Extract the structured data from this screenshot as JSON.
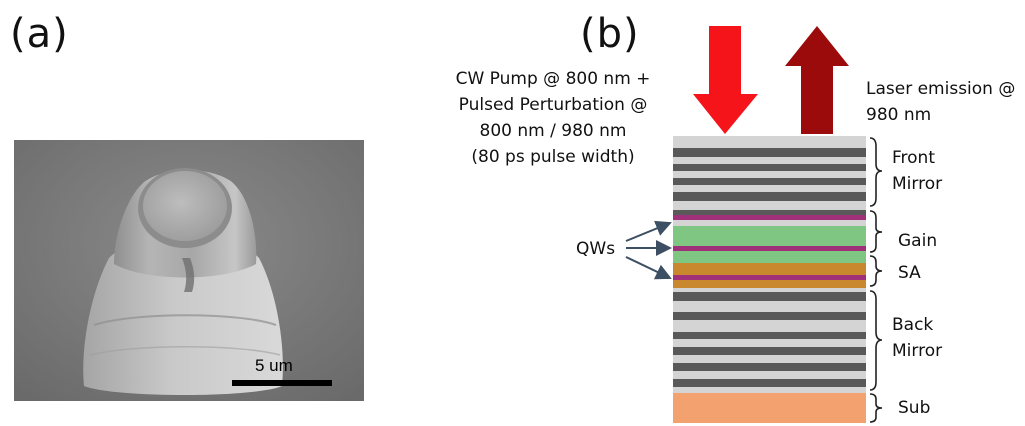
{
  "panels": {
    "a_label": "(a)",
    "b_label": "(b)"
  },
  "sem_image": {
    "scale_bar_label": "5 um"
  },
  "annotations": {
    "pump_lines": [
      "CW Pump @ 800 nm +",
      "Pulsed Perturbation @",
      "800 nm / 980 nm",
      "(80 ps pulse width)"
    ],
    "emission_lines": [
      "Laser emission @",
      "980 nm"
    ],
    "qw_label": "QWs"
  },
  "regions": {
    "front_mirror": [
      "Front",
      "Mirror"
    ],
    "gain": "Gain",
    "sa": "SA",
    "back_mirror": [
      "Back",
      "Mirror"
    ],
    "sub": "Sub"
  },
  "colors": {
    "pump_arrow": "#f5141a",
    "emission_arrow": "#9b0b0b",
    "mirror_dark": "#595959",
    "mirror_light": "#d4d4d4",
    "gain": "#80c683",
    "qw": "#a1307a",
    "sa": "#c9872e",
    "substrate": "#f4a170",
    "qw_pointer": "#3c4f63"
  }
}
